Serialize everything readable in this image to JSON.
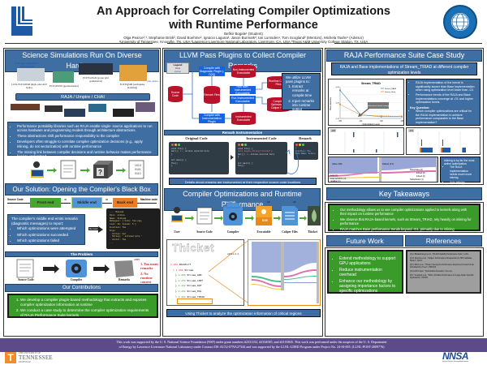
{
  "header": {
    "title_line1": "An Approach for Correlating Compiler Optimizations",
    "title_line2": "with Runtime Performance",
    "student": "Befikir Bogale¹ (Student)",
    "authors": "Olga Pearce²,³, Stephanie Brink², David Boehme², Ignacio Laguna², Jason Burmark², Ian Lumsden¹, Tom Scogland² (Mentors), Michela Taufer¹ (Advisor)",
    "affiliations": "¹University of Tennessee, Knoxville, TN, USA  ²Lawrence Livermore National Laboratory, Livermore, CA, USA  ³Texas A&M University College Station, TX, USA",
    "left_logo": "llnl-logo",
    "right_logo_text_top": "GLOBAL COMPUTING",
    "right_logo_text_bottom": "LAB"
  },
  "col1": {
    "section1": {
      "title": "Science Simulations Run On Diverse Hardware",
      "img_labels": [
        "ECP apps using RAJA software tools",
        "LLNL ECP/ATDM (high-order ALE hydro)",
        "ECP GEOSX (geomechanics)",
        "ECP ExaSGD (power grid optimization)",
        "ECP EQSIM (earthquake modeling)",
        "plus others..."
      ],
      "raja_banner": "RAJA / Umpire / CHAI",
      "bullets": [
        "Performance portability libraries such as RAJA enable single- source applications to run across hardware and programming models through architecture abstractions.",
        "These abstractions shift performance responsibility to the compiler",
        "Developers often struggle to correlate compiler optimization decisions (e.g., apply inlining, do not vectorization) with runtime performance",
        "The missing link between compiler decisions and runtime behavior makes performance hard to understand."
      ]
    },
    "section2": {
      "title": "Our Solution: Opening the Compiler's Black Box",
      "pipeline": {
        "source_label": "Source Code",
        "front": "Front end",
        "ir1": "IR",
        "middle": "Middle end",
        "ir2": "IR",
        "back": "Back end",
        "machine_label": "Machine code"
      },
      "box_intro": "The compiler's middle end emits remarks (diagnostic messages) to report:",
      "box_items": [
        "Which optimizations were attempted",
        "Which optimizations succeeded",
        "Which optimizations failed"
      ],
      "remark_tag": "Remark",
      "remark_code": [
        "--- !Passed",
        "Pass:  inline",
        "Name:  Inlined",
        "DebugLoc: { File: foo.cpp,",
        "  Line: 10, Column: 5 }",
        "Function: foo",
        "Args:",
        "  - Callee: bar",
        "  - String: ' inlined into '",
        "  - Caller: foo",
        "..."
      ]
    },
    "problem": {
      "title": "The Problem",
      "labels": [
        "Source Code",
        "Compiler",
        "Remarks"
      ],
      "count": "x999",
      "issues": [
        "1. Too many remarks",
        "2. No runtime context"
      ]
    },
    "contributions": {
      "title": "Our Contributions",
      "items": [
        "We develop a compiler plugin-based methodology that extracts and exposes compiler optimization information at runtime",
        "We conduct a case study to determine the compiler optimization requirements of RAJA Performance Suite kernels"
      ]
    }
  },
  "col2": {
    "section1": {
      "title": "LLVM Pass Plugins to Collect Compiler Remarks",
      "legend": {
        "title": "Legend",
        "data": "Data",
        "action": "Action"
      },
      "nodes": {
        "source": "Source Code",
        "compile_diag": "Compile with Diagnostic Plugin (-O[X])",
        "remark_files": "Remark Files",
        "compile_instr": "Compile with Instrumentation Plugin",
        "non_instr_exe": "Non-Instrumented Executable",
        "instr_exe": "Instrumented Executable",
        "run_non": "Run Non-Instrumented Executable",
        "run_instr": "Run Instrumented Executable",
        "runtime_caliper": "Runtime Caliper Files",
        "compiler_opt_caliper": "Compiler Optimization Caliper Files"
      },
      "note_intro": "We utilize LLVM pass plugins to:",
      "note_items": [
        "Extract remarks at compile time",
        "Inject remarks into runtime output"
      ]
    },
    "instrumentation": {
      "title": "Remark Instrumentation",
      "headers": [
        "Original Code",
        "Instrumented Code",
        "Remark"
      ],
      "original_code": [
        "void foo() {",
        "  bar(); <-- inline occured here",
        "}",
        "",
        "int main() {",
        "  foo()",
        "}"
      ],
      "instrumented_code": [
        "void foo() {",
        "  cali_begin_string(\"inline\");",
        "  bar(); <- inline occured here",
        "}",
        "",
        "int main() {",
        "  foo()",
        "}"
      ],
      "remark_code": [
        "{",
        "  Function: foo",
        "  Pass Name: Inline",
        "}"
      ],
      "caption": "Details about remarks are instrumented at their respective source code locations"
    },
    "section2": {
      "title": "Compiler Optimizations and Runtime Performance",
      "flow": [
        "User",
        "Source Code",
        "Compiler",
        "Executable",
        "Caliper Files",
        "Thicket"
      ],
      "plugin_tag": "Pass Plugin",
      "multipliers": [
        "x2",
        "x2"
      ],
      "exe_label": "EXE",
      "thicket_version": "v2024.2.1",
      "tree": [
        {
          "value": "1.258",
          "name": "RAJAPerf",
          "color": "#e03030"
        },
        {
          "value": "1.258",
          "name": "Stream",
          "color": "#e03030"
        },
        {
          "value": "0.205",
          "name": "Stream_ADD",
          "color": "#3a9a2a"
        },
        {
          "value": "0.253",
          "name": "Stream_COPY",
          "color": "#3a9a2a"
        },
        {
          "value": "0.222",
          "name": "Stream_DOT",
          "color": "#3a9a2a"
        },
        {
          "value": "0.264",
          "name": "Stream_MUL",
          "color": "#3a9a2a"
        },
        {
          "value": "0.304",
          "name": "Stream_TRIAD",
          "color": "#3a9a2a"
        }
      ],
      "caption": "Using Thicket to analyze the optimization information of critical regions"
    }
  },
  "col3": {
    "section1": {
      "title": "RAJA Performance Suite Case Study",
      "subtitle": "RAJA and Base implementations of Stream_TRIAD at different compiler optimization levels",
      "bullets": [
        "RAJA implementation of the kernel is significantly slower than Base implementation when using optimization level lower than -O1",
        "Performance trends of the RAJA and Base implementations converge at -O1 and higher optimization levels"
      ],
      "key_q_title": "Key Question:",
      "key_q": "Which compiler optimizations are critical for the RAJA implementation to achieve performance comparable to the Base implementation?",
      "o0_tag": "-O0",
      "o1_tag": "-O1",
      "sankey_tag": "-O1",
      "sankey_labels_left": [
        "Inline (30)",
        "Loop (1)",
        "loop-vectorize (3)",
        "regalloc (1)"
      ],
      "sankey_labels_right": [
        "Inlined (17)",
        "NeverInline (2)",
        "Inlined (2)",
        "Inlined (2)",
        "NoDefinition (1)",
        "AlwaysInline (1)",
        "InlineCost (1)",
        "LoopVectorized (1)",
        "LoopMissed (1)"
      ],
      "note_lines": [
        "Inlining is by far the most active optimization"
      ],
      "note_bullets": [
        "The RAJA implementation needs much more inlining",
        "Auto inlining accounted for most of the inlining"
      ]
    },
    "takeaways": {
      "title": "Key Takeaways",
      "items": [
        "Our methodology allows us to see compiler optimizations applied to kernels along with their impact on runtime performance",
        "We observe that RAJA-based kernels, such as Stream_TRIAD, rely heavily on inlining for performance",
        "RAJA matches Base performance trends beyond -O1, primarily due to inlining"
      ]
    },
    "future": {
      "title": "Future Work",
      "items": [
        "Extend methodology to support GPU applications",
        "Reduce instrumentation overhead",
        "Enhance our methodology by assigning importance factors to specific optimizations"
      ]
    },
    "references": {
      "title": "References",
      "items": [
        "[1] A. Bhattacharyya et al., \"RAJA Portability Performance Suite\", LLNL.",
        "[2] D. Boehme et al., \"Caliper: Performance Introspection for HPC Software Stacks\", SC16.",
        "[3] S. Brink et al., \"Thicket: Seeing the Performance Experiment Forest for the Individual Run Trees\", HPDC23.",
        "[4] LLVM Project, \"Optimization Remarks\", llvm.org.",
        "[5] T. Scogland et al., \"RAJA: Portable Performance for Large-Scale Scientific Applications\", P3HPC."
      ]
    }
  },
  "chart_data": [
    {
      "type": "line",
      "title": "Stream_TRIAD",
      "xlabel": "Optimization Level",
      "ylabel": "Time (seconds)",
      "categories": [
        "-O0",
        "-O1",
        "-O2",
        "-O3"
      ],
      "series": [
        {
          "name": "Stream_RAJA",
          "color": "#4a90c8",
          "values": [
            0.23,
            0.16,
            0.155,
            0.155
          ]
        },
        {
          "name": "Stream_Base",
          "color": "#f08a24",
          "values": [
            0.19,
            0.16,
            0.157,
            0.156
          ]
        }
      ],
      "ylim": [
        0.15,
        0.24
      ],
      "annotation": "Performance trends converge",
      "legend": "top-right",
      "grid": true
    }
  ],
  "footer": {
    "line1": "This work was supported by the U. S. National Science Foundation (NSF) under grant numbers #2331152, #2334945, and #2103845. This work was performed under the auspices of the U. S. Department",
    "line2": "of Energy by Lawrence Livermore National Laboratory under Contract DE-AC52-07NA27344 and was supported by the LLNL-LDRD Program under Project No. 24-SI-005. (LLNL-POST-2009776)",
    "ut_logo_top": "THE UNIVERSITY OF",
    "ut_logo_main": "TENNESSEE",
    "ut_logo_sub": "KNOXVILLE",
    "nnsa_logo": "NNSA",
    "nnsa_sub": "National Nuclear Security Administration"
  }
}
